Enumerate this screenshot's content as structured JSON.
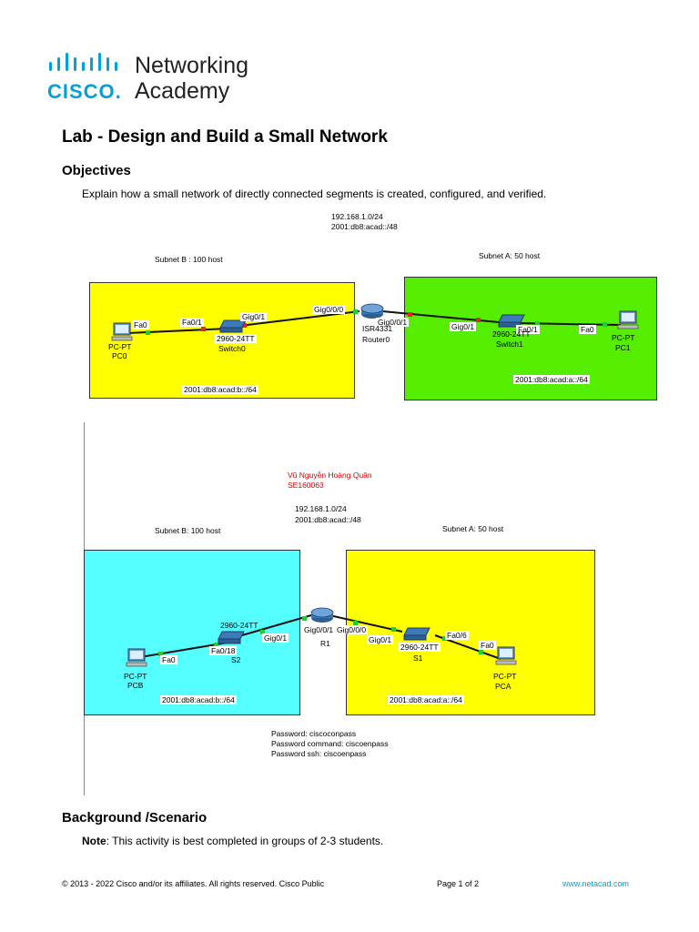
{
  "logo": {
    "word1": "Networking",
    "cisco": "CISCO.",
    "word2": "Academy"
  },
  "title": "Lab - Design and Build a Small Network",
  "objectives": {
    "heading": "Objectives",
    "text": "Explain how a small network of directly connected segments is created, configured, and verified."
  },
  "diagram1": {
    "net_ipv4": "192.168.1.0/24",
    "net_ipv6": "2001:db8:acad::/48",
    "subnet_b": "Subnet B : 100 host",
    "subnet_a": "Subnet A: 50 host",
    "pc0_type": "PC-PT",
    "pc0_name": "PC0",
    "sw0_model": "2960-24TT",
    "sw0_name": "Switch0",
    "router_model": "ISR4331",
    "router_name": "Router0",
    "sw1_model": "2960-24TT",
    "sw1_name": "Switch1",
    "pc1_type": "PC-PT",
    "pc1_name": "PC1",
    "if_fa0_left": "Fa0",
    "if_fa01_sw0": "Fa0/1",
    "if_gig01_sw0": "Gig0/1",
    "if_gig000": "Gig0/0/0",
    "if_gig001": "Gig0/0/1",
    "if_gig01_sw1": "Gig0/1",
    "if_fa01_sw1": "Fa0/1",
    "if_fa0_right": "Fa0",
    "ipv6_b": "2001:db8:acad:b::/64",
    "ipv6_a": "2001:db8:acad:a::/64"
  },
  "diagram2": {
    "author": "Vũ Nguyễn Hoàng Quân",
    "author_id": "SE160063",
    "net_ipv4": "192.168.1.0/24",
    "net_ipv6": "2001:db8:acad::/48",
    "subnet_b": "Subnet B: 100 host",
    "subnet_a": "Subnet A: 50 host",
    "pcb_type": "PC-PT",
    "pcb_name": "PCB",
    "s2_model": "2960-24TT",
    "s2_name": "S2",
    "r1_name": "R1",
    "s1_model": "2960-24TT",
    "s1_name": "S1",
    "pca_type": "PC-PT",
    "pca_name": "PCA",
    "if_fa0_left": "Fa0",
    "if_fa018": "Fa0/18",
    "if_gig01_s2": "Gig0/1",
    "if_r1_left": "Gig0/0/1",
    "if_r1_right": "Gig0/0/0",
    "if_gig01_s1": "Gig0/1",
    "if_fa06": "Fa0/6",
    "if_fa0_right": "Fa0",
    "ipv6_b": "2001:db8:acad:b::/64",
    "ipv6_a": "2001:db8:acad:a::/64",
    "pw1": "Password: ciscoconpass",
    "pw2": "Password command: ciscoenpass",
    "pw3": "Password ssh: ciscoenpass"
  },
  "background": {
    "heading": "Background /Scenario",
    "note_label": "Note",
    "note_text": ": This activity is best completed in groups of 2-3 students."
  },
  "footer": {
    "copyright": "© 2013 - 2022 Cisco and/or its affiliates. All rights reserved. Cisco Public",
    "page": "Page 1 of 2",
    "link": "www.netacad.com"
  },
  "colors": {
    "yellow": "#ffff00",
    "green": "#55ee00",
    "cyan": "#55ffff",
    "cisco_blue": "#049fd9",
    "link_up": "#22cc33",
    "link_down": "#ee2222"
  }
}
